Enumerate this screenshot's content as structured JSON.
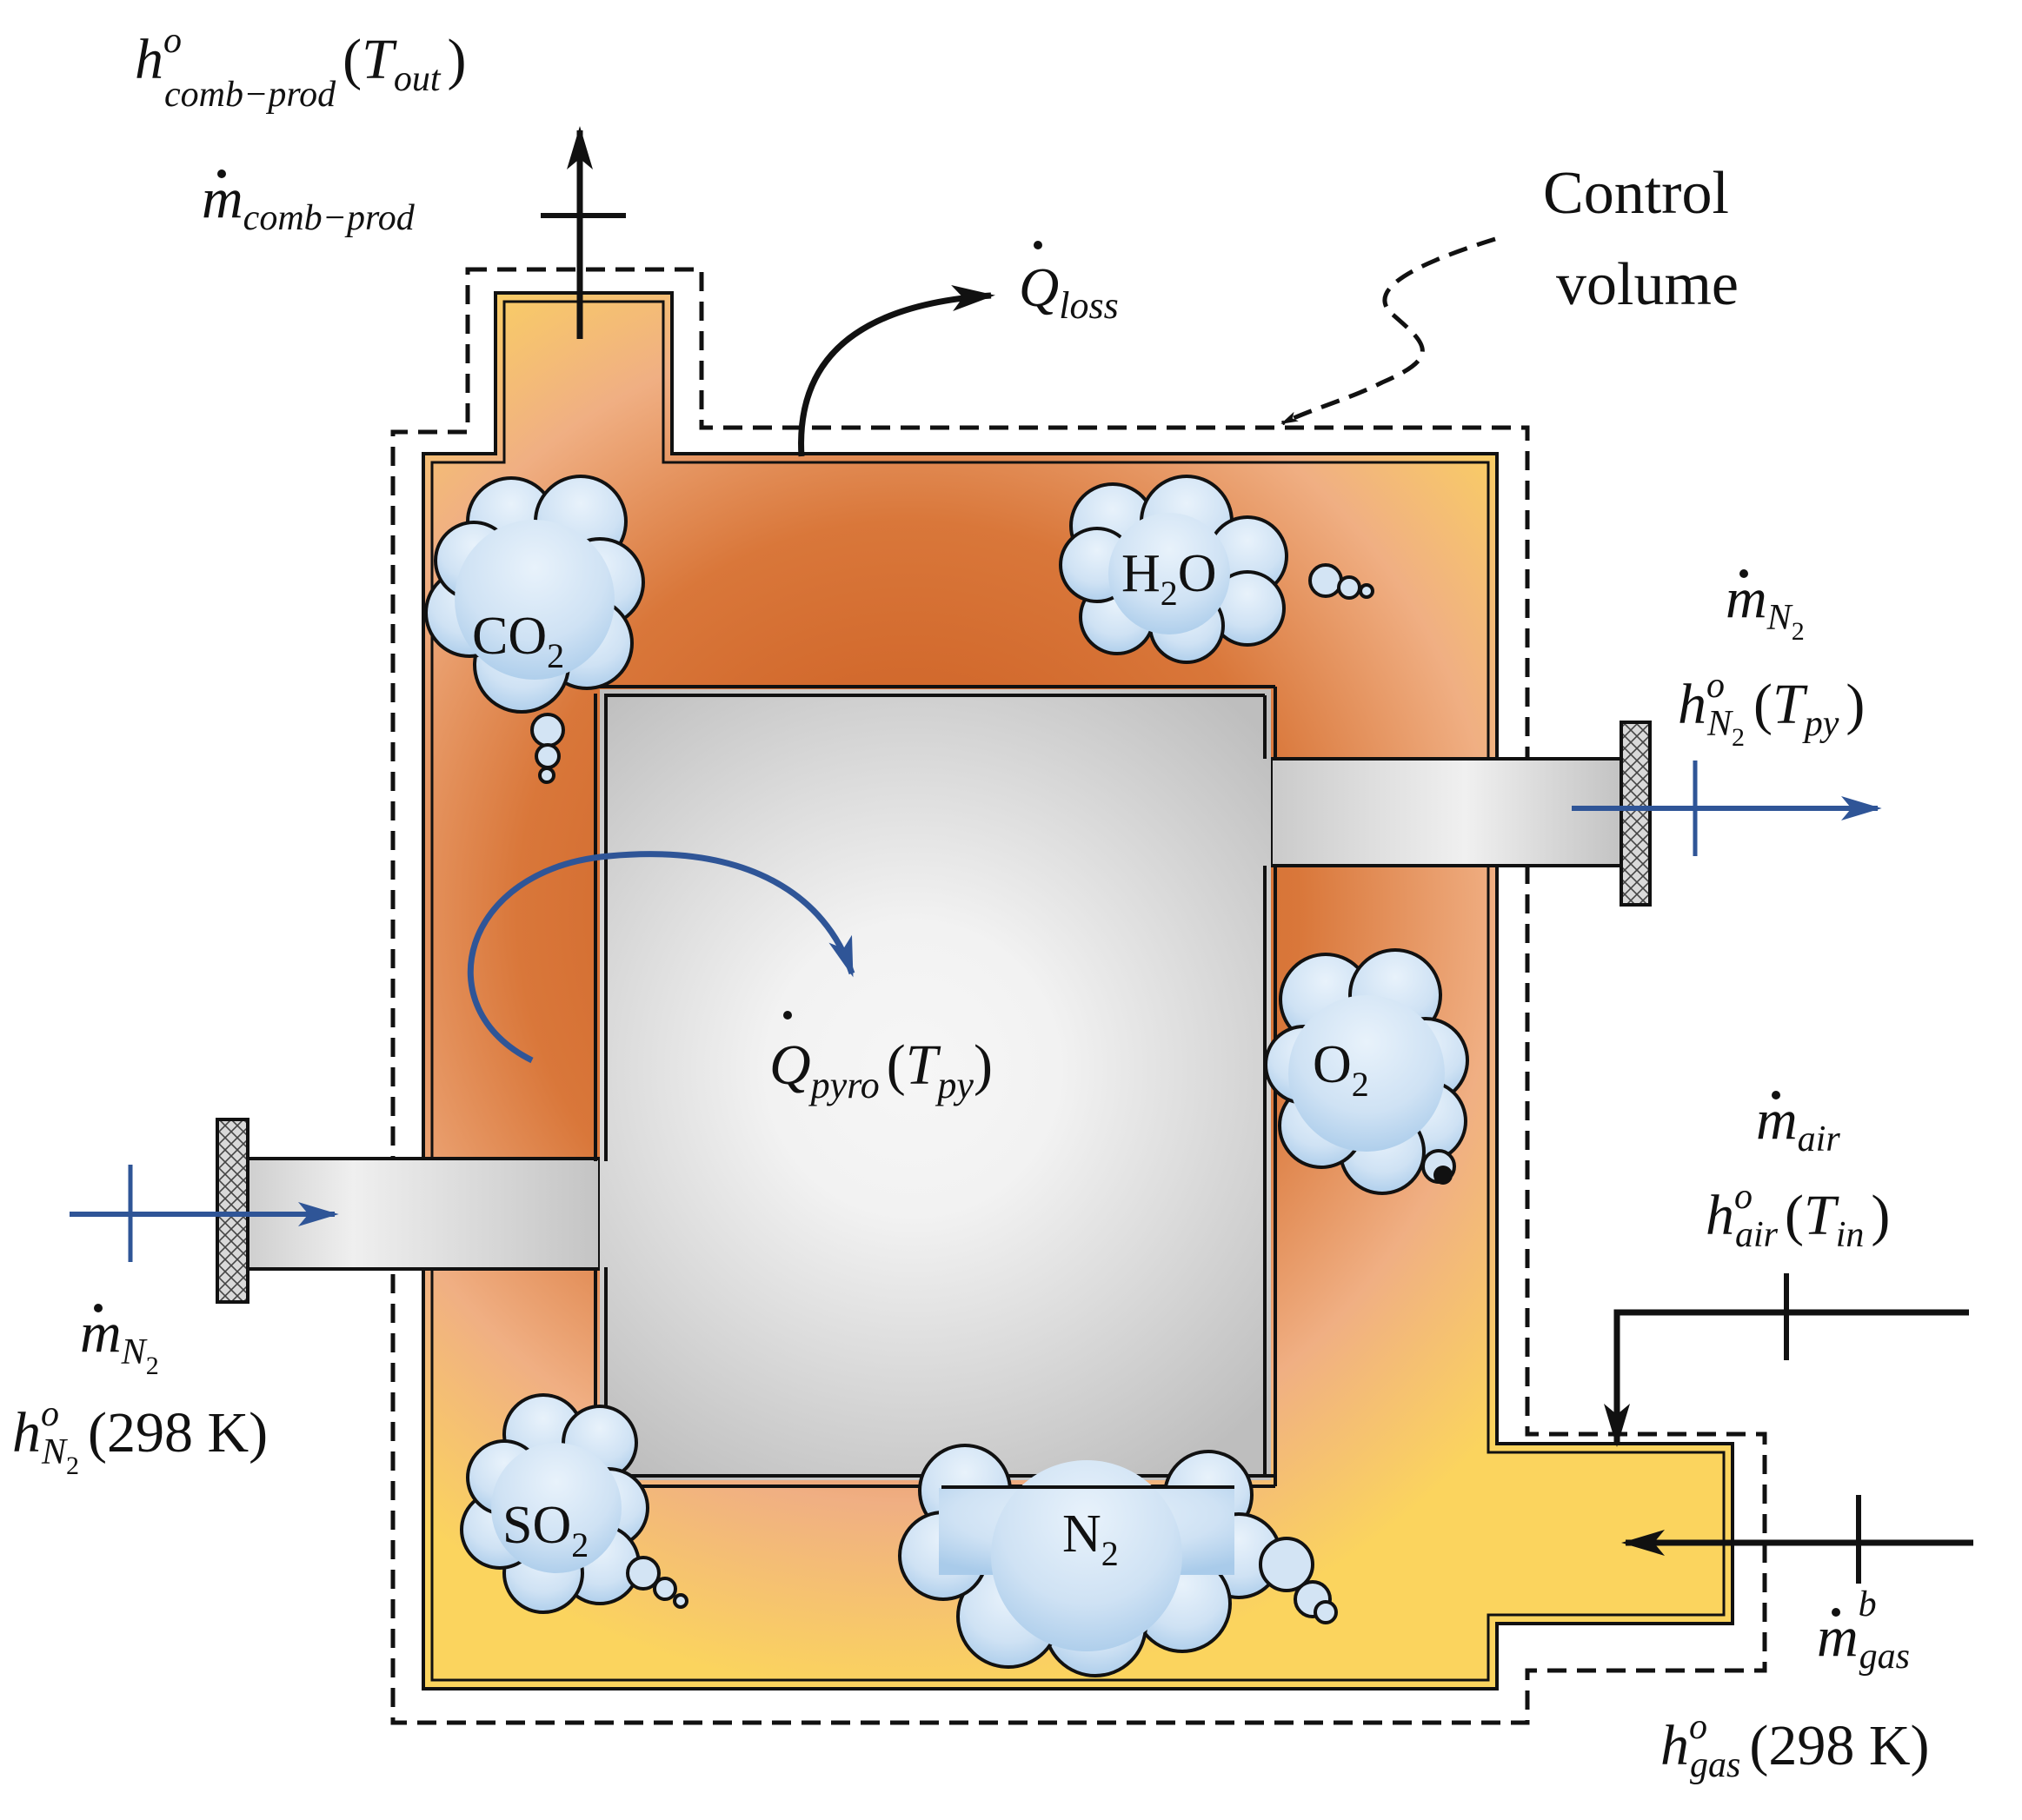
{
  "colors": {
    "jacket_outer": "#FBD45E",
    "jacket_inner": "#C8561A",
    "chamber_light": "#F4F4F4",
    "chamber_dark": "#BDBDBD",
    "flow_blue": "#2F5597",
    "cloud_light": "#E6F1FB",
    "cloud_dark": "#A9CBEA",
    "line": "#111111"
  },
  "gases": {
    "co2": {
      "base": "CO",
      "sub": "2"
    },
    "h2o": {
      "pre": "H",
      "sub": "2",
      "post": "O"
    },
    "o2": {
      "base": "O",
      "sub": "2"
    },
    "so2": {
      "base": "SO",
      "sub": "2"
    },
    "n2": {
      "base": "N",
      "sub": "2"
    }
  },
  "labels": {
    "control_volume_line1": "Control",
    "control_volume_line2": "volume",
    "q_loss": {
      "sym": "Q",
      "sub": "loss"
    },
    "q_pyro": {
      "sym": "Q",
      "sub": "pyro",
      "arg_open": "(",
      "arg_sym": "T",
      "arg_sub": "py",
      "arg_close": ")"
    },
    "comb_prod_enthalpy": {
      "sym": "h",
      "sup": "o",
      "sub": "comb−prod",
      "arg_open": "(",
      "arg_sym": "T",
      "arg_sub": "out",
      "arg_close": ")"
    },
    "comb_prod_mass": {
      "sym": "m",
      "sub": "comb−prod"
    },
    "n2_out_mass": {
      "sym": "m",
      "sub": "N",
      "subsub": "2"
    },
    "n2_out_enthalpy": {
      "sym": "h",
      "sup": "o",
      "sub": "N",
      "subsub": "2",
      "arg_open": "(",
      "arg_sym": "T",
      "arg_sub": "py",
      "arg_close": ")"
    },
    "n2_in_mass": {
      "sym": "m",
      "sub": "N",
      "subsub": "2"
    },
    "n2_in_enthalpy": {
      "sym": "h",
      "sup": "o",
      "sub": "N",
      "subsub": "2",
      "arg": "(298 K)"
    },
    "air_mass": {
      "sym": "m",
      "sub": "air"
    },
    "air_enthalpy": {
      "sym": "h",
      "sup": "o",
      "sub": "air",
      "arg_open": "(",
      "arg_sym": "T",
      "arg_sub": "in",
      "arg_close": ")"
    },
    "gas_mass": {
      "sym": "m",
      "sup": "b",
      "sub": "gas"
    },
    "gas_enthalpy": {
      "sym": "h",
      "sup": "o",
      "sub": "gas",
      "arg": "(298 K)"
    }
  }
}
